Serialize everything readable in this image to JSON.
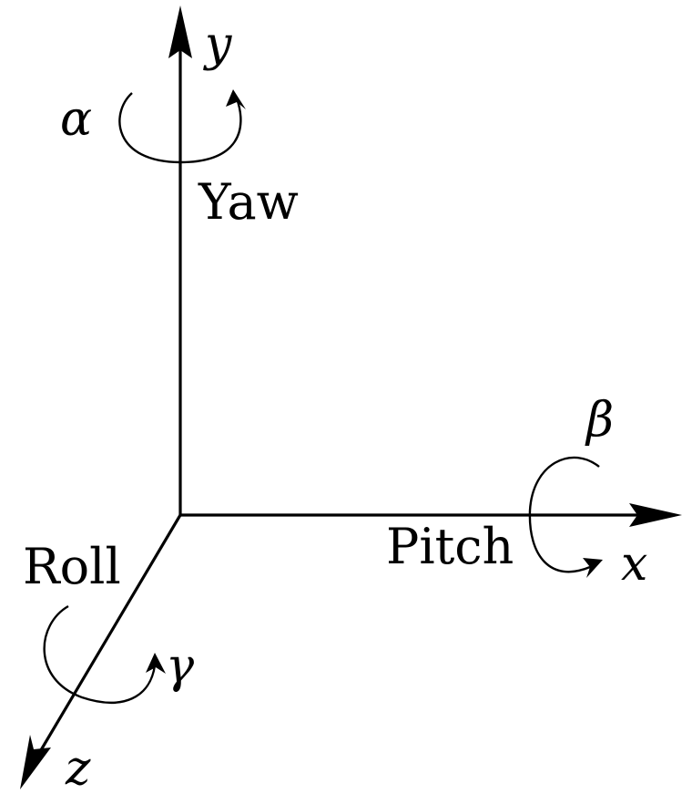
{
  "axes": {
    "y": {
      "label": "y",
      "rotation_symbol": "α",
      "rotation_name": "Yaw"
    },
    "x": {
      "label": "x",
      "rotation_symbol": "β",
      "rotation_name": "Pitch"
    },
    "z": {
      "label": "z",
      "rotation_symbol": "γ",
      "rotation_name": "Roll"
    }
  }
}
